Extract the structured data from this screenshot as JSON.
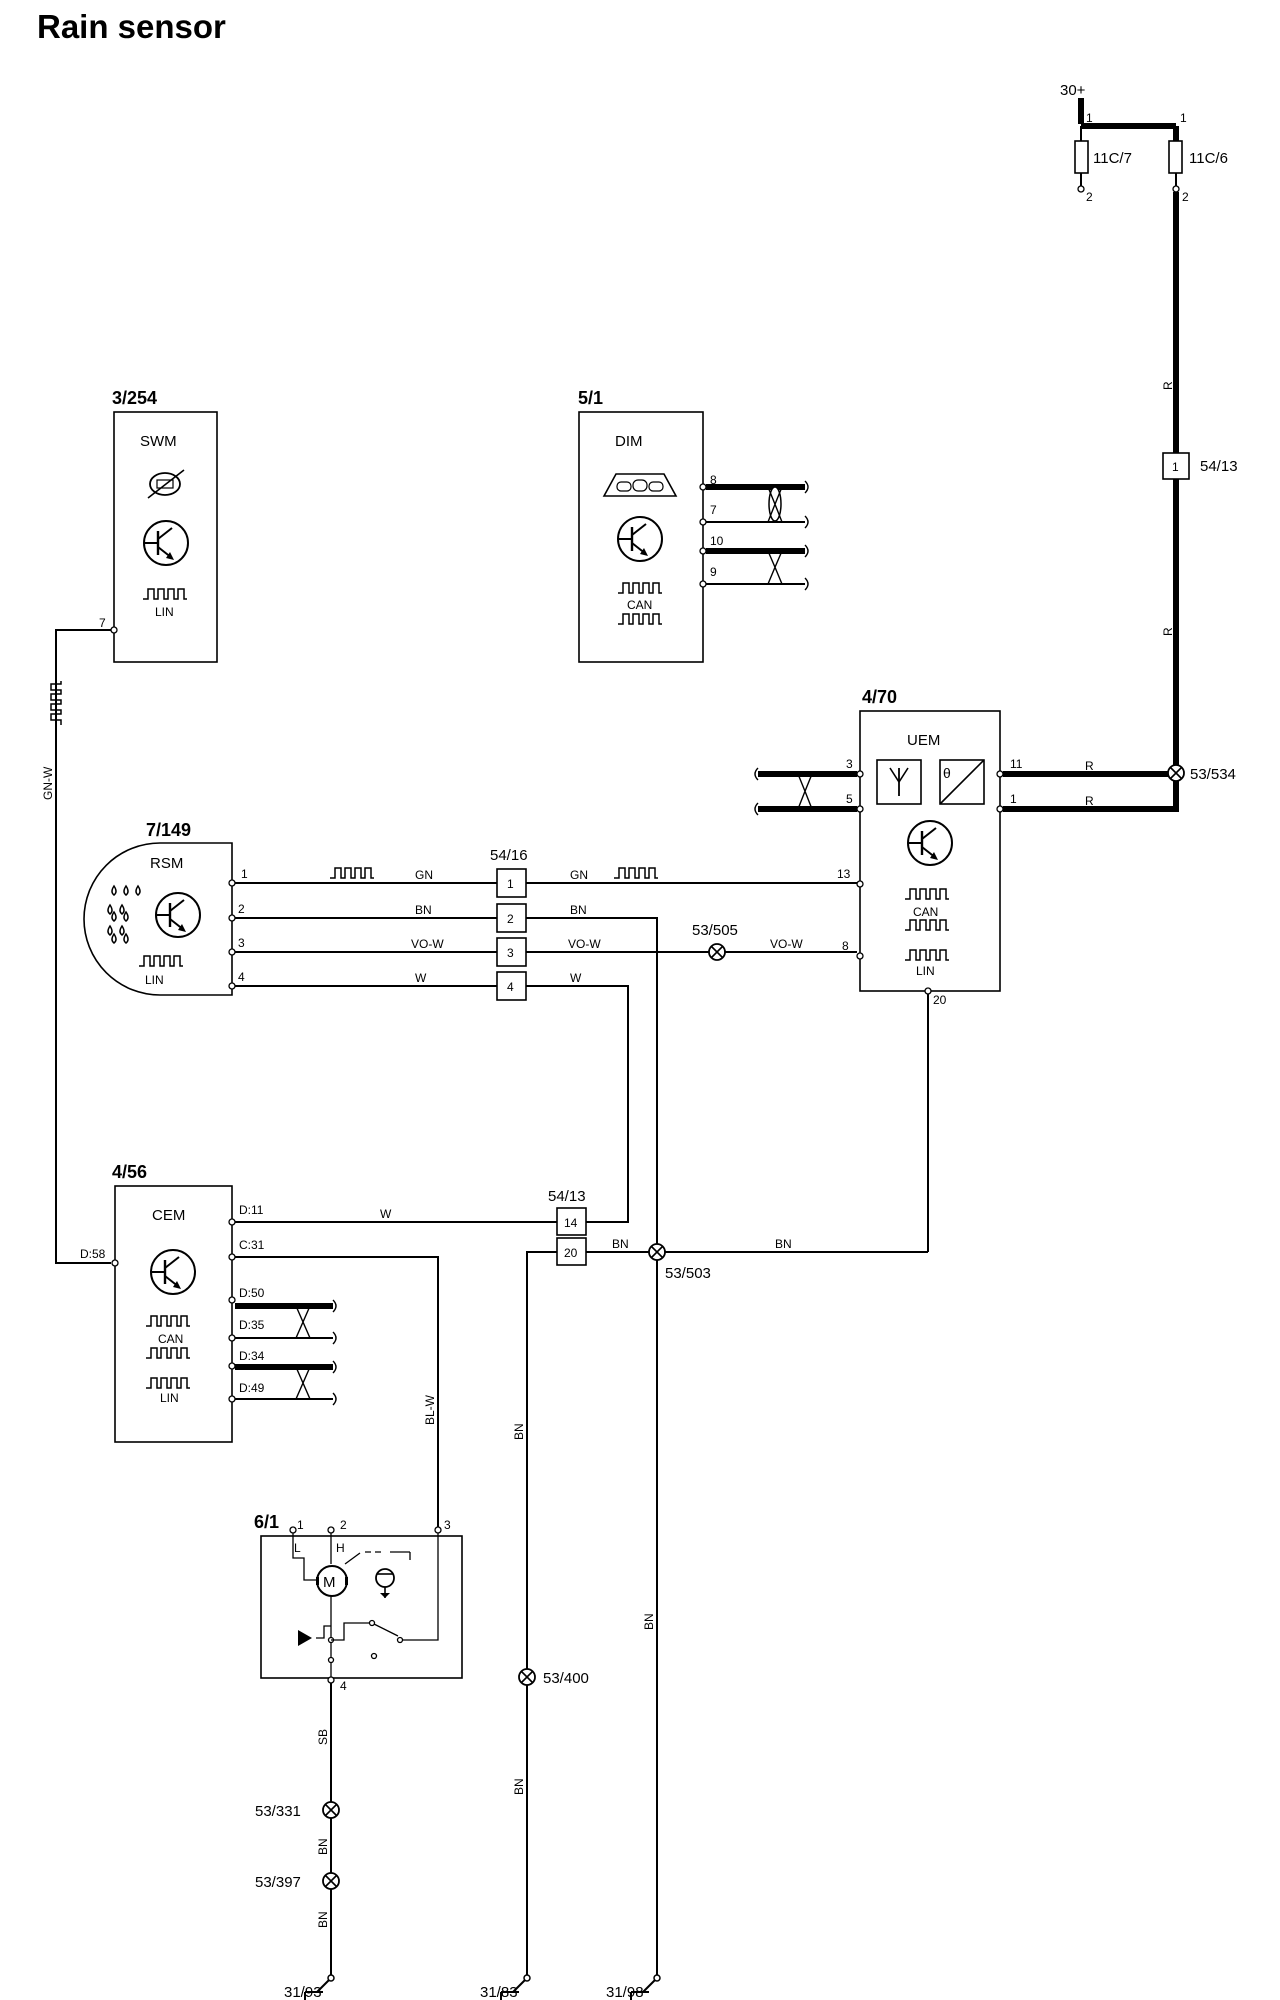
{
  "title": "Rain sensor",
  "components": {
    "swm": {
      "ref": "3/254",
      "name": "SWM",
      "pin7": "7",
      "lin": "LIN"
    },
    "dim": {
      "ref": "5/1",
      "name": "DIM",
      "pins": [
        "8",
        "7",
        "10",
        "9"
      ],
      "can": "CAN"
    },
    "uem": {
      "ref": "4/70",
      "name": "UEM",
      "pins_left": [
        "3",
        "5"
      ],
      "pins_right": [
        "11",
        "1"
      ],
      "pin13": "13",
      "pin8": "8",
      "pin20": "20",
      "can": "CAN",
      "lin": "LIN",
      "theta": "θ"
    },
    "rsm": {
      "ref": "7/149",
      "name": "RSM",
      "pins": [
        "1",
        "2",
        "3",
        "4"
      ],
      "lin": "LIN"
    },
    "cem": {
      "ref": "4/56",
      "name": "CEM",
      "pins": [
        "D:11",
        "C:31",
        "D:50",
        "D:35",
        "D:34",
        "D:49"
      ],
      "pin_left": "D:58",
      "can": "CAN",
      "lin": "LIN"
    },
    "motor": {
      "ref": "6/1",
      "pins": [
        "1",
        "2",
        "3",
        "4"
      ],
      "L": "L",
      "H": "H",
      "M": "M"
    }
  },
  "fuses": {
    "f1": {
      "ref": "11C/7",
      "p1": "1",
      "p2": "2"
    },
    "f2": {
      "ref": "11C/6",
      "p1": "1",
      "p2": "2"
    },
    "supply": "30+"
  },
  "connectors": {
    "c5413_top": {
      "ref": "54/13",
      "pin": "1"
    },
    "c5416": {
      "ref": "54/16",
      "pins": [
        "1",
        "2",
        "3",
        "4"
      ]
    },
    "c5413_bottom": {
      "ref": "54/13",
      "pins": [
        "14",
        "20"
      ]
    }
  },
  "splices": {
    "s534": "53/534",
    "s505": "53/505",
    "s503": "53/503",
    "s400": "53/400",
    "s331": "53/331",
    "s397": "53/397"
  },
  "grounds": {
    "g93": "31/93",
    "g83": "31/83",
    "g98": "31/98"
  },
  "wire_colors": {
    "R": "R",
    "GN": "GN",
    "BN": "BN",
    "VOW": "VO-W",
    "W": "W",
    "GNW": "GN-W",
    "BLW": "BL-W",
    "SB": "SB"
  }
}
